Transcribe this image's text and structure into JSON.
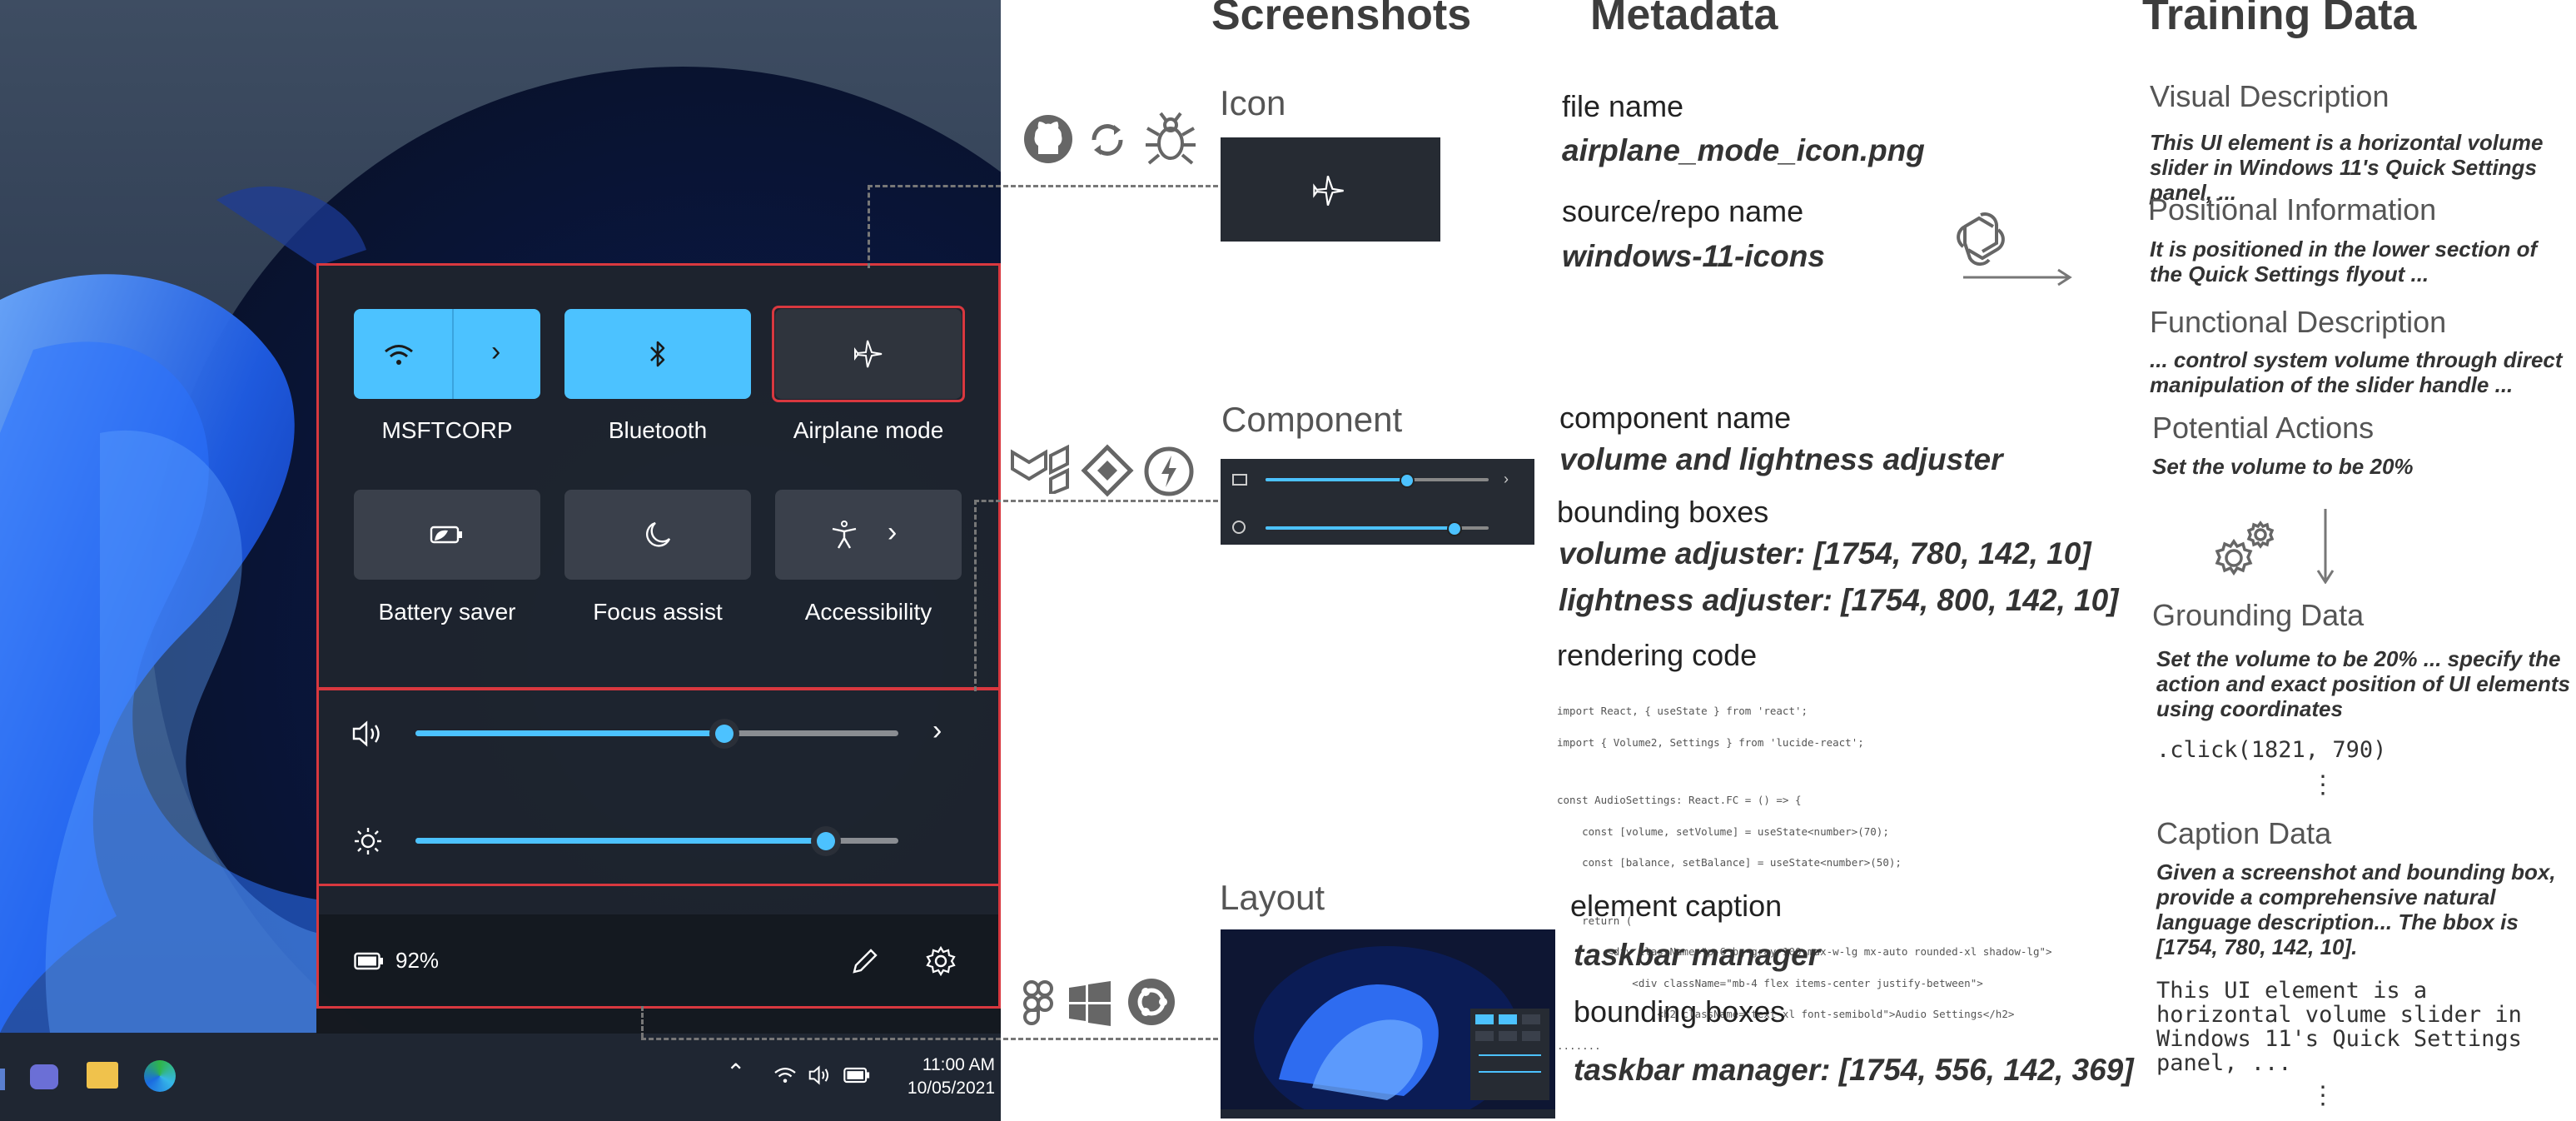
{
  "quick_settings": {
    "wifi_label": "MSFTCORP",
    "bluetooth_label": "Bluetooth",
    "airplane_label": "Airplane mode",
    "battery_saver_label": "Battery saver",
    "focus_assist_label": "Focus assist",
    "accessibility_label": "Accessibility",
    "volume_level": 0.64,
    "brightness_level": 0.85,
    "battery_percent": "92%",
    "accent_color": "#4cc2ff",
    "highlight_color": "#d9383f"
  },
  "taskbar": {
    "time": "11:00 AM",
    "date": "10/05/2021"
  },
  "columns": {
    "screenshots": "Screenshots",
    "metadata": "Metadata",
    "training_data": "Training Data"
  },
  "sections": {
    "icon": "Icon",
    "component": "Component",
    "layout": "Layout"
  },
  "metadata": {
    "file_name_label": "file name",
    "file_name_value": "airplane_mode_icon.png",
    "source_label": "source/repo name",
    "source_value": "windows-11-icons",
    "component_name_label": "component name",
    "component_name_value": "volume and lightness adjuster",
    "bbox_label": "bounding boxes",
    "volume_bbox": "volume adjuster: [1754, 780, 142, 10]",
    "lightness_bbox": "lightness adjuster: [1754, 800, 142, 10]",
    "rendering_code_label": "rendering code",
    "code_lines": [
      "import React, { useState } from 'react';",
      "import { Volume2, Settings } from 'lucide-react';",
      "",
      "const AudioSettings: React.FC = () => {",
      "    const [volume, setVolume] = useState<number>(70);",
      "    const [balance, setBalance] = useState<number>(50);",
      "",
      "    return (",
      "        <div className=\"p-6 bg-gray-100 max-w-lg mx-auto rounded-xl shadow-lg\">",
      "            <div className=\"mb-4 flex items-center justify-between\">",
      "                <h2 className=\"text-xl font-semibold\">Audio Settings</h2>",
      "......."
    ],
    "element_caption_label": "element caption",
    "element_caption_value": "taskbar manager",
    "layout_bbox_label": "bounding boxes",
    "layout_bbox_value": "taskbar manager: [1754, 556, 142, 369]"
  },
  "training": {
    "visual_head": "Visual Description",
    "visual_body": "This UI element is a horizontal volume slider in Windows 11's Quick Settings panel, ...",
    "positional_head": "Positional Information",
    "positional_body": "It is positioned in the lower section of the Quick Settings flyout ...",
    "functional_head": "Functional Description",
    "functional_body": "... control system volume through direct manipulation of the slider handle ...",
    "actions_head": "Potential Actions",
    "actions_body": "Set the volume to be 20%",
    "grounding_head": "Grounding Data",
    "grounding_body": "Set the volume to be 20% ... specify the action and exact position of UI elements using coordinates",
    "grounding_code": ".click(1821, 790)",
    "ellipsis": "⋮",
    "caption_head": "Caption Data",
    "caption_body": "Given a screenshot and bounding box, provide a comprehensive natural language description... The bbox is [1754, 780, 142, 10].",
    "caption_code": "This UI element is a horizontal volume slider in Windows 11's Quick Settings panel, ..."
  },
  "icons": {
    "source_row_1": [
      "github-icon",
      "sync-icon",
      "bug-icon"
    ],
    "source_row_2": [
      "mui-icon",
      "diamond-icon",
      "chakra-icon"
    ],
    "source_row_3": [
      "figma-icon",
      "windows-icon",
      "ubuntu-icon"
    ],
    "llm": "openai-icon",
    "gears": "gears-icon"
  }
}
